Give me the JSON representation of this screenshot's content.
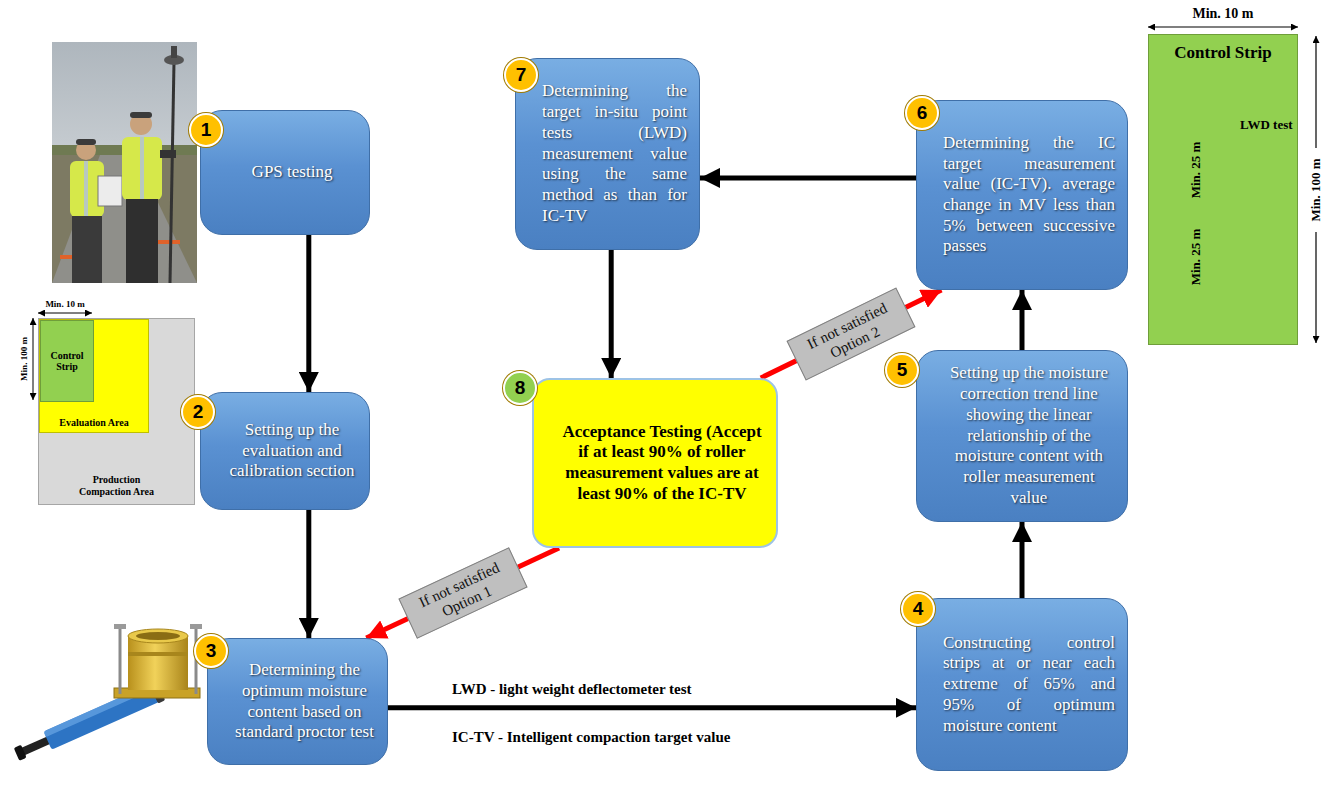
{
  "diagram": {
    "nodes": [
      {
        "text": [
          "GPS testing"
        ]
      },
      {
        "text": [
          "Setting up the evaluation and calibration section"
        ]
      },
      {
        "text": [
          "Determining the optimum moisture content based on standard proctor test"
        ]
      },
      {
        "text": [
          "Constructing control strips at or near each extreme of 65% and 95% of optimum moisture content"
        ]
      },
      {
        "text": [
          "Setting up the moisture correction trend line showing the linear relationship of the moisture content with roller measurement value"
        ]
      },
      {
        "text": [
          "Determining the IC target measurement value (IC-TV). average change in MV less than 5% between successive passes"
        ]
      },
      {
        "text": [
          "Determining the target in-situ point tests (LWD) measurement value using the same method as than for IC-TV"
        ]
      },
      {
        "text": [
          "Acceptance Testing (Accept if at least 90% of roller measurement values are at least 90% of the IC-TV"
        ]
      },
      {
        "text": [
          "Production Compaction Area"
        ]
      },
      {
        "text": [
          "Evaluation Area"
        ],
        "in": 8
      },
      {
        "text": [
          "Control Strip"
        ],
        "in": 9
      },
      {
        "text": [
          "Control Strip"
        ]
      }
    ],
    "edges": [
      {
        "from": 0,
        "to": 1,
        "arrow": "to"
      },
      {
        "from": 1,
        "to": 2,
        "arrow": "to"
      },
      {
        "from": 2,
        "to": 3,
        "arrow": "to"
      },
      {
        "from": 3,
        "to": 4,
        "arrow": "to"
      },
      {
        "from": 4,
        "to": 5,
        "arrow": "to"
      },
      {
        "from": 5,
        "to": 6,
        "arrow": "to"
      },
      {
        "from": 6,
        "to": 7,
        "arrow": "to"
      },
      {
        "from": 7,
        "to": 2,
        "label": "If not satisfied Option 1",
        "arrow": "to"
      },
      {
        "from": 7,
        "to": 5,
        "label": "If not satisfied Option 2",
        "arrow": "to"
      }
    ],
    "labels": [
      "1",
      "2",
      "3",
      "4",
      "5",
      "6",
      "7",
      "8",
      "Min. 10 m",
      "Min. 100 m",
      "LWD - light weight deflectometer test",
      "IC-TV - Intelligent compaction target value",
      "Min. 10 m",
      "LWD test",
      "Min. 25 m",
      "Min. 25 m",
      "Min. 100 m"
    ]
  }
}
